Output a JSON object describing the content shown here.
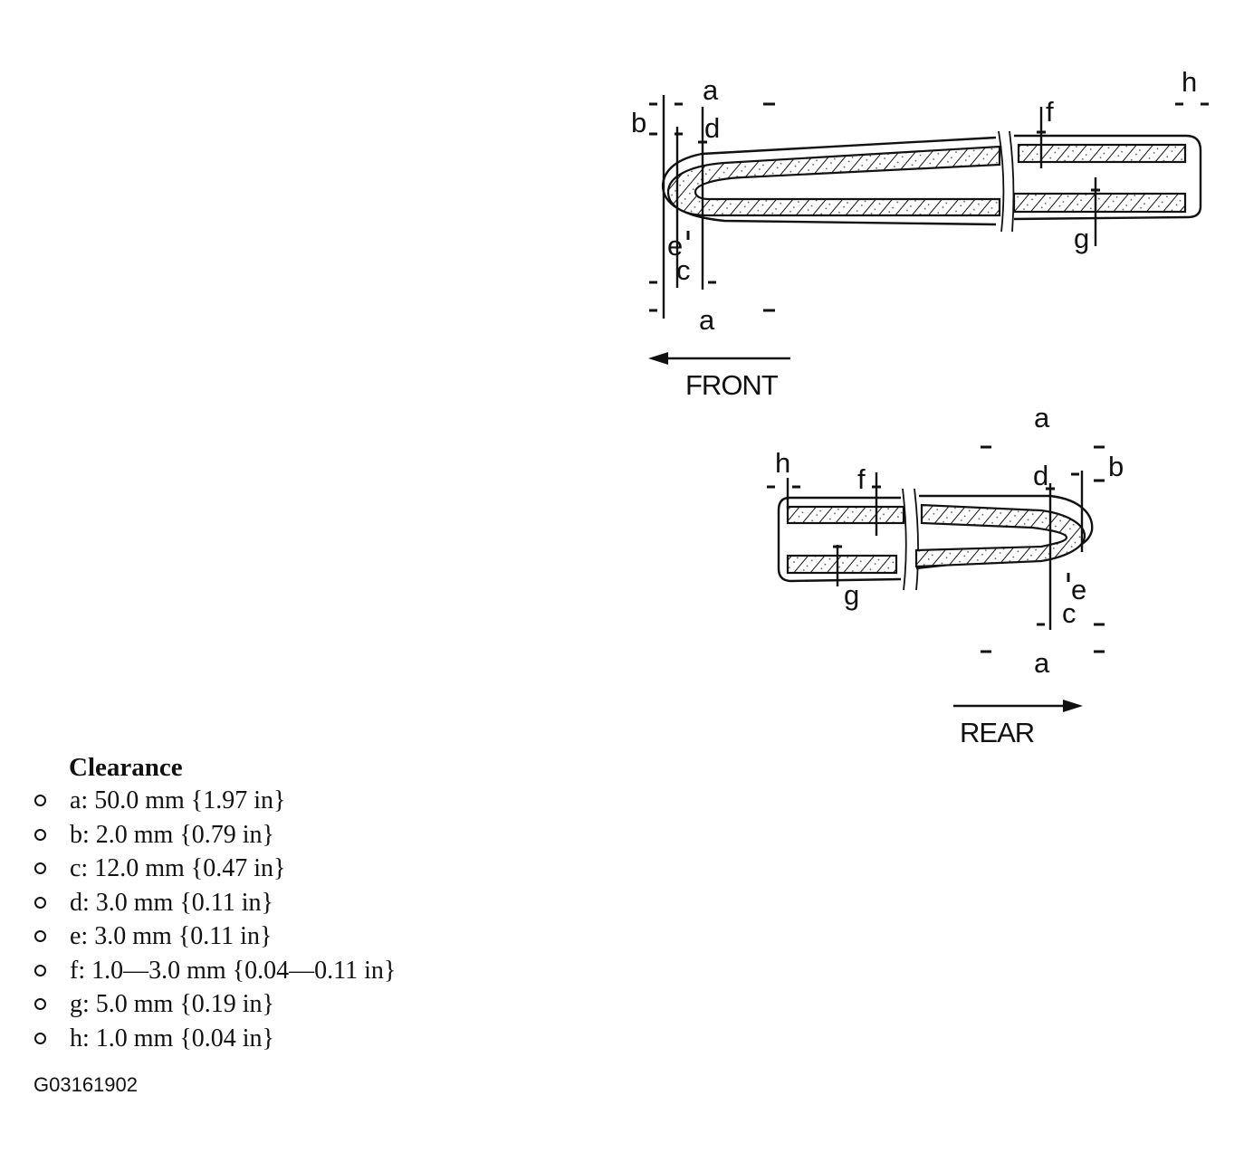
{
  "front_diagram": {
    "labels": {
      "a_top": "a",
      "a_bottom": "a",
      "b": "b",
      "c": "c",
      "d": "d",
      "e": "e",
      "f": "f",
      "g": "g",
      "h": "h"
    },
    "direction": "FRONT"
  },
  "rear_diagram": {
    "labels": {
      "a_top": "a",
      "a_bottom": "a",
      "b": "b",
      "c": "c",
      "d": "d",
      "e": "e",
      "f": "f",
      "g": "g",
      "h": "h"
    },
    "direction": "REAR"
  },
  "legend": {
    "title": "Clearance",
    "items": [
      "a: 50.0 mm {1.97 in}",
      "b: 2.0 mm {0.79 in}",
      "c: 12.0 mm {0.47 in}",
      "d: 3.0 mm {0.11 in}",
      "e: 3.0 mm {0.11 in}",
      "f: 1.0—3.0 mm {0.04—0.11 in}",
      "g: 5.0 mm {0.19 in}",
      "h: 1.0 mm {0.04 in}"
    ]
  },
  "figure_id": "G03161902"
}
